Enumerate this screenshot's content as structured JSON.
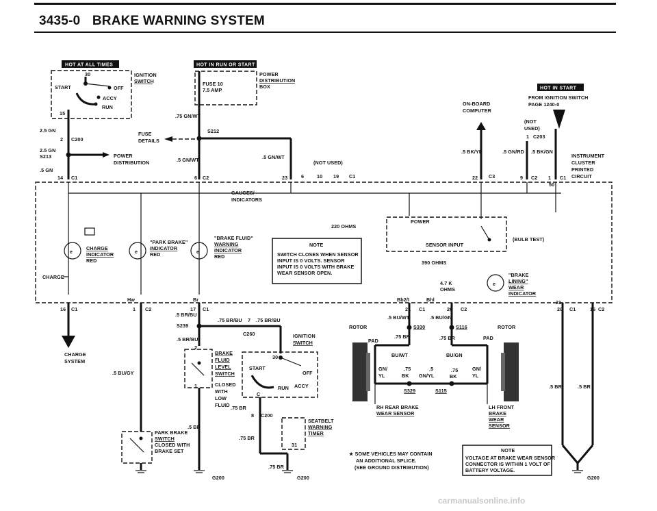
{
  "header": {
    "number": "3435-0",
    "title": "BRAKE WARNING SYSTEM"
  },
  "badges": {
    "hot_all_times": "HOT AT ALL TIMES",
    "hot_run_start": "HOT IN RUN OR START",
    "hot_start": "HOT IN START"
  },
  "ignition_switch": {
    "label1": "IGNITION",
    "label2": "SWITCH",
    "pin30": "30",
    "pin15": "15",
    "off": "OFF",
    "start": "START",
    "accy": "ACCY",
    "run": "RUN"
  },
  "fuse": {
    "name": "FUSE 10",
    "rating": "7.5 AMP",
    "pd1": "POWER",
    "pd2": "DISTRIBUTION",
    "pd3": "BOX"
  },
  "wires": {
    "gn25a": "2.5 GN",
    "c200": "C200",
    "c200_pin": "2",
    "gn25b": "2.5 GN",
    "s213": "S213",
    "gn5": ".5 GN",
    "c1_pin14": "14",
    "c1": "C1",
    "power": "POWER",
    "distribution": "DISTRIBUTION",
    "fuse_details_1": "FUSE",
    "fuse_details_2": "DETAILS",
    "gnwt75": ".75 GN/WT",
    "s212": "S212",
    "gnwt5a": ".5 GN/WT",
    "gnwt5b": ".5 GN/WT",
    "c2_pin6": "6",
    "c2": "C2",
    "pin23": "23",
    "not_used": "(NOT USED)",
    "p6": "6",
    "p10": "10",
    "p19": "19",
    "c1b": "C1"
  },
  "onboard": {
    "l1": "ON-BOARD",
    "l2": "COMPUTER",
    "from1": "FROM IGNITION SWITCH",
    "from2": "PAGE 1240-0",
    "not": "(NOT",
    "used": "USED)",
    "c203_pin": "1",
    "c203": "C203",
    "bkyl": ".5 BK/YL",
    "gnrd": ".5 GN/RD",
    "bkgn": ".5 BK/GN",
    "pin22": "22",
    "c3": "C3",
    "pin9": "9",
    "c2": "C2",
    "pin1": "1",
    "c1": "C1",
    "pin50": "50"
  },
  "cluster": {
    "l1": "INSTRUMENT",
    "l2": "CLUSTER",
    "l3": "PRINTED",
    "l4": "CIRCUIT",
    "gauges": "GAUGES/",
    "indicators": "INDICATORS",
    "power": "POWER",
    "bulb_test": "(BULB TEST)",
    "sensor_input": "SENSOR INPUT",
    "ohms220": "220 OHMS",
    "ohms390": "390 OHMS",
    "k47": "4.7 K",
    "ohms": "OHMS",
    "charge_in": "CHARGE",
    "charge": "CHARGE",
    "indicator": "INDICATOR",
    "red": "RED",
    "park1": "\"PARK BRAKE\"",
    "park2": "INDICATOR",
    "park3": "RED",
    "fluid1": "\"BRAKE FLUID\"",
    "fluid2": "WARNING",
    "fluid3": "INDICATOR",
    "fluid4": "RED",
    "lining1": "\"BRAKE",
    "lining2": "LINING\"",
    "lining3": "WEAR",
    "lining4": "INDICATOR",
    "note_title": "NOTE",
    "note_1": "SWITCH CLOSES WHEN SENSOR",
    "note_2": "INPUT IS 0 VOLTS. SENSOR",
    "note_3": "INPUT IS 0 VOLTS WITH BRAKE",
    "note_4": "WEAR SENSOR OPEN.",
    "hw": "Hw",
    "br": "Br",
    "bb2": "Bb2/I",
    "bhl": "Bhl"
  },
  "connectors_bottom": {
    "p16": "16",
    "c1a": "C1",
    "p1": "1",
    "c2a": "C2",
    "p17": "17",
    "c1b": "C1",
    "p21": "21",
    "c1c": "C1",
    "p26": "26",
    "c2b": "C2",
    "p31": "31",
    "p20": "20",
    "c1d": "C1",
    "p16b": "16",
    "c2c": "C2"
  },
  "lower": {
    "charge_system_1": "CHARGE",
    "charge_system_2": "SYSTEM",
    "bugy": ".5 BU/GY",
    "brbu5": ".5 BR/BU",
    "s239": "S239",
    "brbu75a": ".75 BR/BU",
    "pin7": "7",
    "brbu75b": ".75 BR/BU",
    "c260": "C260",
    "brbu5b": ".5 BR/BU",
    "pin2": "2",
    "ign1": "IGNITION",
    "ign2": "SWITCH",
    "pin30": "30",
    "start": "START",
    "off": "OFF",
    "accy": "ACCY",
    "run": "RUN",
    "c": "C",
    "bfl1": "BRAKE",
    "bfl2": "FLUID",
    "bfl3": "LEVEL",
    "bfl4": "SWITCH",
    "bfl5": "CLOSED",
    "bfl6": "WITH",
    "bfl7": "LOW",
    "bfl8": "FLUID",
    "pin1": "1",
    "br75a": ".75 BR",
    "pin8": "8",
    "c200": "C200",
    "sb1": "SEATBELT",
    "sb2": "WARNING",
    "sb3": "TIMER",
    "pin31": "31",
    "br75b": ".75 BR",
    "br75c": ".75 BR",
    "br5": ".5 BR",
    "pb1": "PARK BRAKE",
    "pb2": "SWITCH",
    "pb3": "CLOSED WITH",
    "pb4": "BRAKE SET",
    "g200a": "G200",
    "g200b": "G200",
    "g200c": "G200",
    "buwt5": ".5 BU/WT",
    "bugn5": ".5 BU/GN",
    "s330": "S330",
    "s116": "S116",
    "rotor_l": "ROTOR",
    "rotor_r": "ROTOR",
    "pad_l": "PAD",
    "pad_r": "PAD",
    "br75d": ".75 BR",
    "br75e": ".75 BR",
    "buwt": "BU/WT",
    "bugn": "BU/GN",
    "gn": "GN/",
    "yl": "YL",
    "w75": ".75",
    "w5": ".5",
    "bk": "BK",
    "gnyl": "GN/YL",
    "w75b": ".75",
    "bk2": "BK",
    "gn2": "GN/",
    "yl2": "YL",
    "s329": "S329",
    "s115": "S115",
    "rh1": "RH REAR BRAKE",
    "rh2": "WEAR SENSOR",
    "lh1": "LH FRONT",
    "lh2": "BRAKE",
    "lh3": "WEAR",
    "lh4": "SENSOR",
    "br5r1": ".5 BR",
    "br5r2": ".5 BR",
    "star1": "★ SOME VEHICLES MAY CONTAIN",
    "star2": "AN ADDITIONAL SPLICE.",
    "star3": "(SEE GROUND DISTRIBUTION)",
    "note_title": "NOTE",
    "note_1": "VOLTAGE AT BRAKE WEAR SENSOR",
    "note_2": "CONNECTOR IS WITHIN 1 VOLT OF",
    "note_3": "BATTERY VOLTAGE."
  },
  "footer": {
    "watermark": "carmanualsonline.info"
  }
}
